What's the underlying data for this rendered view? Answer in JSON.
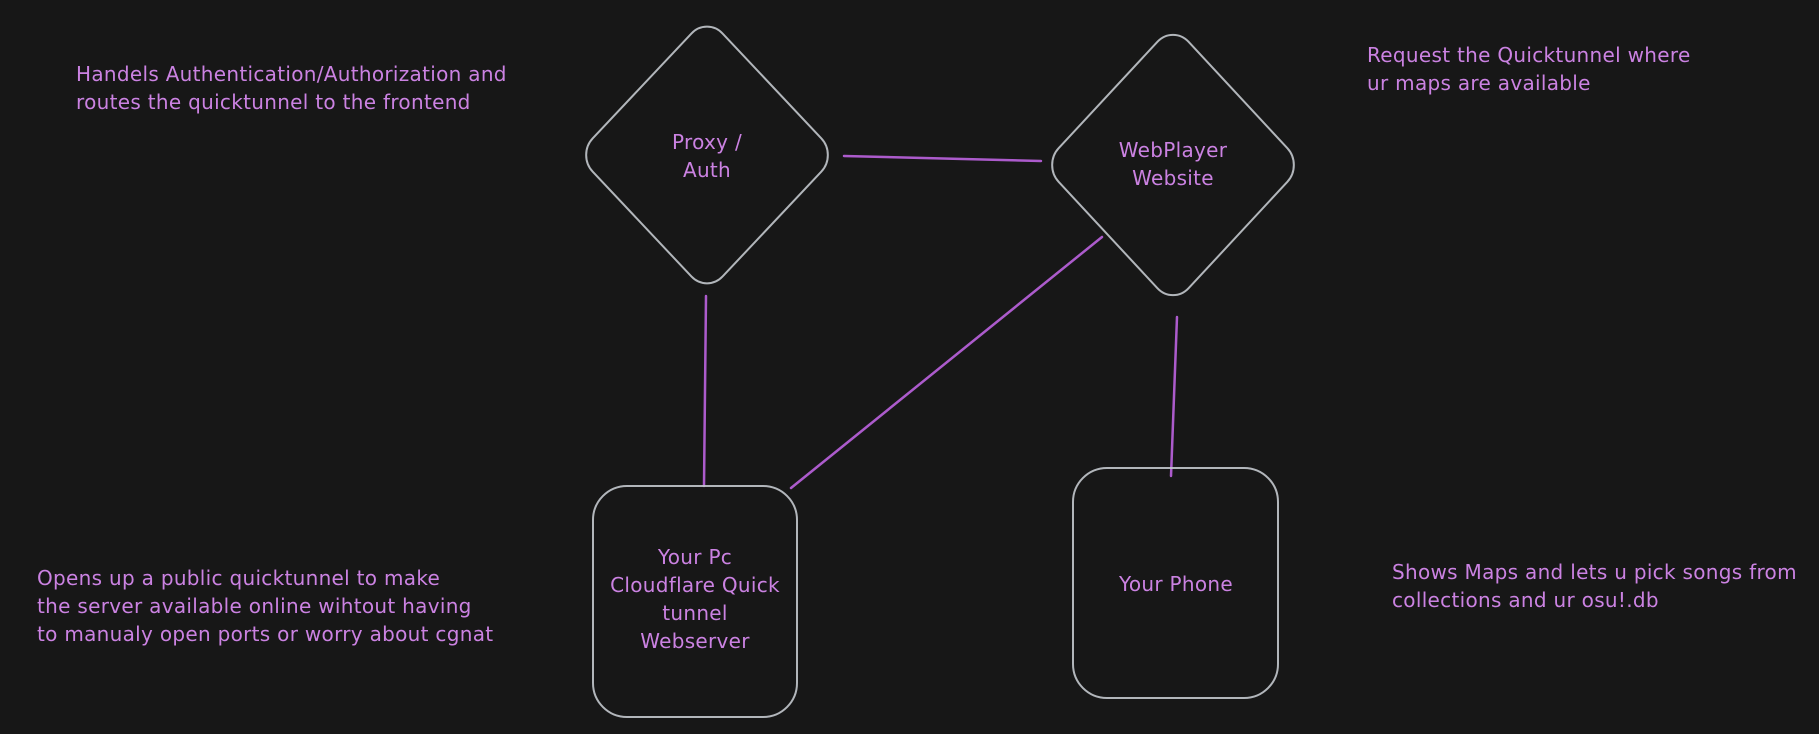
{
  "diagram": {
    "background": "#171717",
    "shape_stroke_color": "#c3c8cd",
    "text_color": "#cb82e2",
    "connector_color": "#b55fd6",
    "nodes": {
      "proxy_auth": {
        "label": "Proxy /\nAuth",
        "shape": "diamond"
      },
      "webplayer_website": {
        "label": "WebPlayer\nWebsite",
        "shape": "diamond"
      },
      "your_pc": {
        "label": "Your Pc\nCloudflare Quick\ntunnel\nWebserver",
        "shape": "rounded-rectangle"
      },
      "your_phone": {
        "label": "Your Phone",
        "shape": "rounded-rectangle"
      }
    },
    "edges": [
      {
        "from": "Proxy / Auth",
        "to": "WebPlayer Website"
      },
      {
        "from": "Proxy / Auth",
        "to": "Your Pc Cloudflare Quick tunnel Webserver"
      },
      {
        "from": "WebPlayer Website",
        "to": "Your Pc Cloudflare Quick tunnel Webserver"
      },
      {
        "from": "WebPlayer Website",
        "to": "Your Phone"
      }
    ],
    "notes": {
      "top_left": "Handels Authentication/Authorization and\nroutes the quicktunnel to the frontend",
      "top_right": "Request the Quicktunnel where\nur maps are available",
      "bottom_left": "Opens up a public quicktunnel to make\nthe server available online wihtout having\nto manualy open ports or worry about cgnat",
      "bottom_right": "Shows Maps and lets u pick songs from\ncollections and ur osu!.db"
    }
  }
}
